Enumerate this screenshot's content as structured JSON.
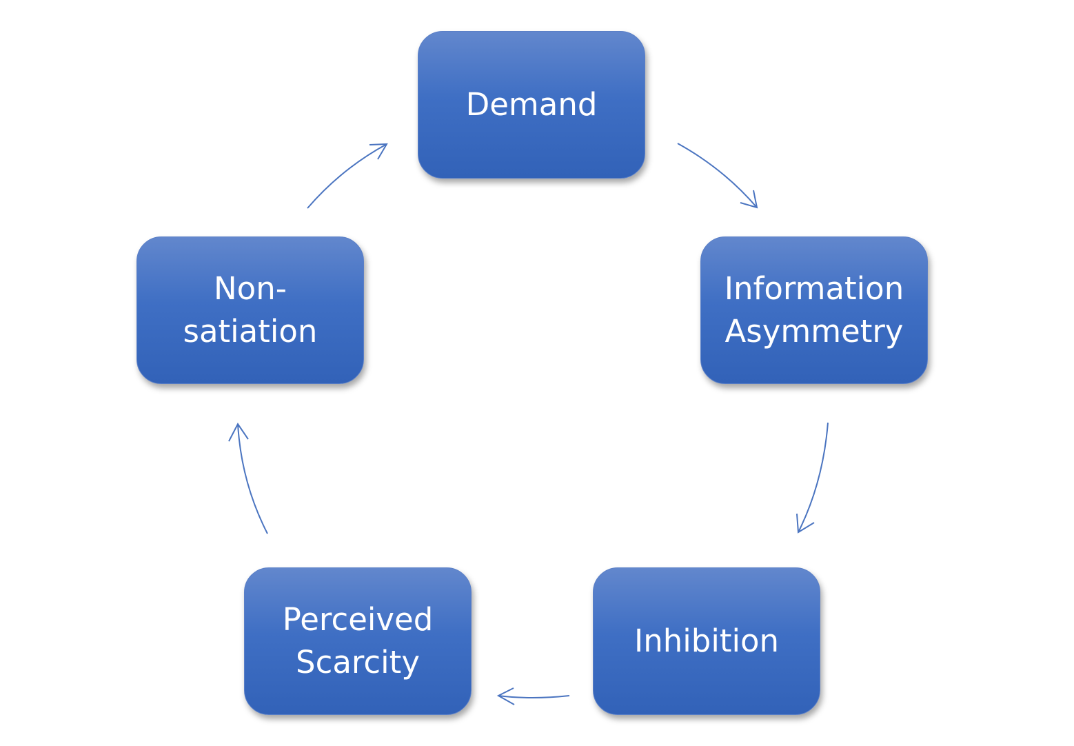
{
  "diagram": {
    "type": "cycle",
    "nodes": [
      {
        "id": "demand",
        "lines": [
          "Demand"
        ]
      },
      {
        "id": "information-asymmetry",
        "lines": [
          "Information",
          "Asymmetry"
        ]
      },
      {
        "id": "inhibition",
        "lines": [
          "Inhibition"
        ]
      },
      {
        "id": "perceived-scarcity",
        "lines": [
          "Perceived",
          "Scarcity"
        ]
      },
      {
        "id": "non-satiation",
        "lines": [
          "Non-",
          "satiation"
        ]
      }
    ],
    "edges": [
      {
        "from": "demand",
        "to": "information-asymmetry"
      },
      {
        "from": "information-asymmetry",
        "to": "inhibition"
      },
      {
        "from": "inhibition",
        "to": "perceived-scarcity"
      },
      {
        "from": "perceived-scarcity",
        "to": "non-satiation"
      },
      {
        "from": "non-satiation",
        "to": "demand"
      }
    ],
    "colors": {
      "node_fill": "#3f6fc4",
      "node_text": "#ffffff",
      "arrow": "#4a74c0"
    }
  }
}
